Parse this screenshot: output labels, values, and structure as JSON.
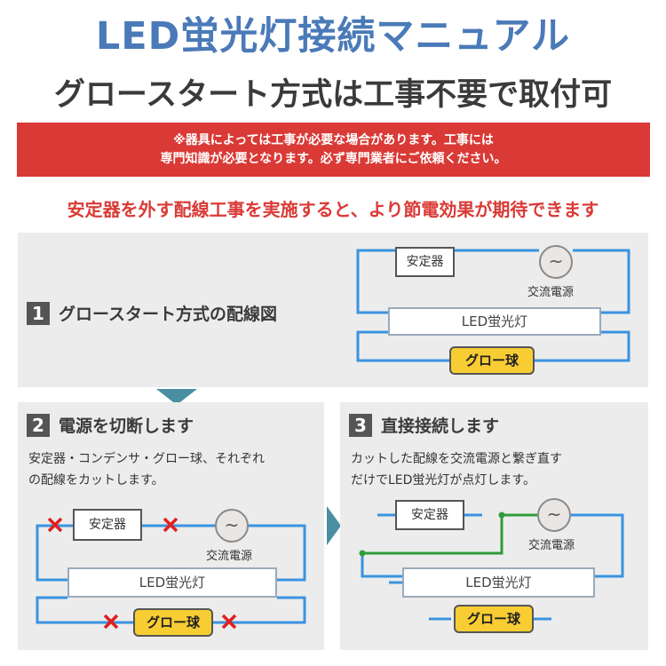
{
  "header": {
    "title": "LED蛍光灯接続マニュアル",
    "subtitle": "グロースタート方式は工事不要で取付可"
  },
  "notice": {
    "line1": "※器具によっては工事が必要な場合があります。工事には",
    "line2": "専門知識が必要となります。必ず専門業者にご依頼ください。"
  },
  "headline": "安定器を外す配線工事を実施すると、より節電効果が期待できます",
  "labels": {
    "ballast": "安定器",
    "ac_source": "交流電源",
    "led_tube": "LED蛍光灯",
    "glow_bulb": "グロー球",
    "ac_symbol": "~"
  },
  "step1": {
    "num": "1",
    "title": "グロースタート方式の配線図"
  },
  "step2": {
    "num": "2",
    "title": "電源を切断します",
    "desc1": "安定器・コンデンサ・グロー球、それぞれ",
    "desc2": "の配線をカットします。"
  },
  "step3": {
    "num": "3",
    "title": "直接接続します",
    "desc1": "カットした配線を交流電源と繋ぎ直す",
    "desc2": "だけでLED蛍光灯が点灯します。"
  },
  "colors": {
    "title_blue": "#4a7ab8",
    "notice_red": "#d93a36",
    "wire_blue": "#3a93e0",
    "wire_green": "#2e9c3a",
    "glow_yellow": "#f8cd33",
    "cut_red": "#e02020",
    "arrow_teal": "#4a8fa1"
  }
}
